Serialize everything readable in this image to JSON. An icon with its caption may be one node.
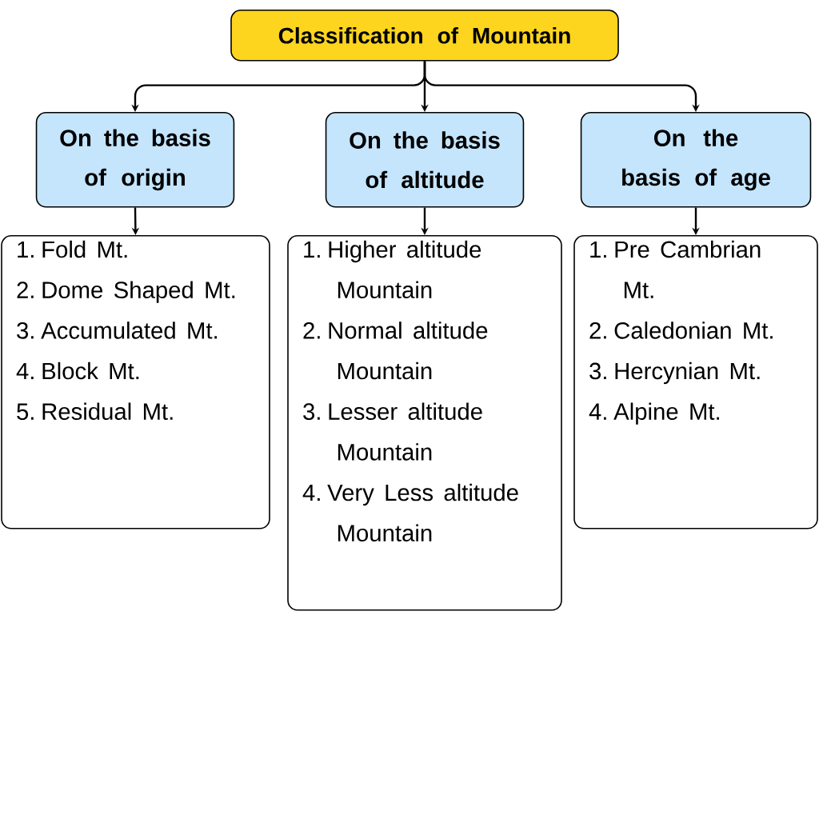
{
  "diagram": {
    "nodes": [
      {
        "text": [
          "Classification of Mountain"
        ]
      },
      {
        "text": [
          "On the basis of origin"
        ]
      },
      {
        "text": [
          "On the basis of altitude"
        ]
      },
      {
        "text": [
          "On the basis of age"
        ]
      },
      {
        "text": [
          "1. Fold Mt.",
          "2. Dome Shaped Mt.",
          "3. Accumulated Mt.",
          "4. Block Mt.",
          "5. Residual Mt."
        ]
      },
      {
        "text": [
          "1. Higher altitude Mountain",
          "2. Normal altitude Mountain",
          "3. Lesser altitude Mountain",
          "4. Very Less altitude Mountain"
        ]
      },
      {
        "text": [
          "1. Pre Cambrian Mt.",
          "2. Caledonian Mt.",
          "3. Hercynian Mt.",
          "4. Alpine Mt."
        ]
      }
    ],
    "edges": [
      {
        "from": 0,
        "to": 1,
        "arrow": "to"
      },
      {
        "from": 0,
        "to": 2,
        "arrow": "to"
      },
      {
        "from": 0,
        "to": 3,
        "arrow": "to"
      },
      {
        "from": 1,
        "to": 4,
        "arrow": "to"
      },
      {
        "from": 2,
        "to": 5,
        "arrow": "to"
      },
      {
        "from": 3,
        "to": 6,
        "arrow": "to"
      }
    ]
  }
}
